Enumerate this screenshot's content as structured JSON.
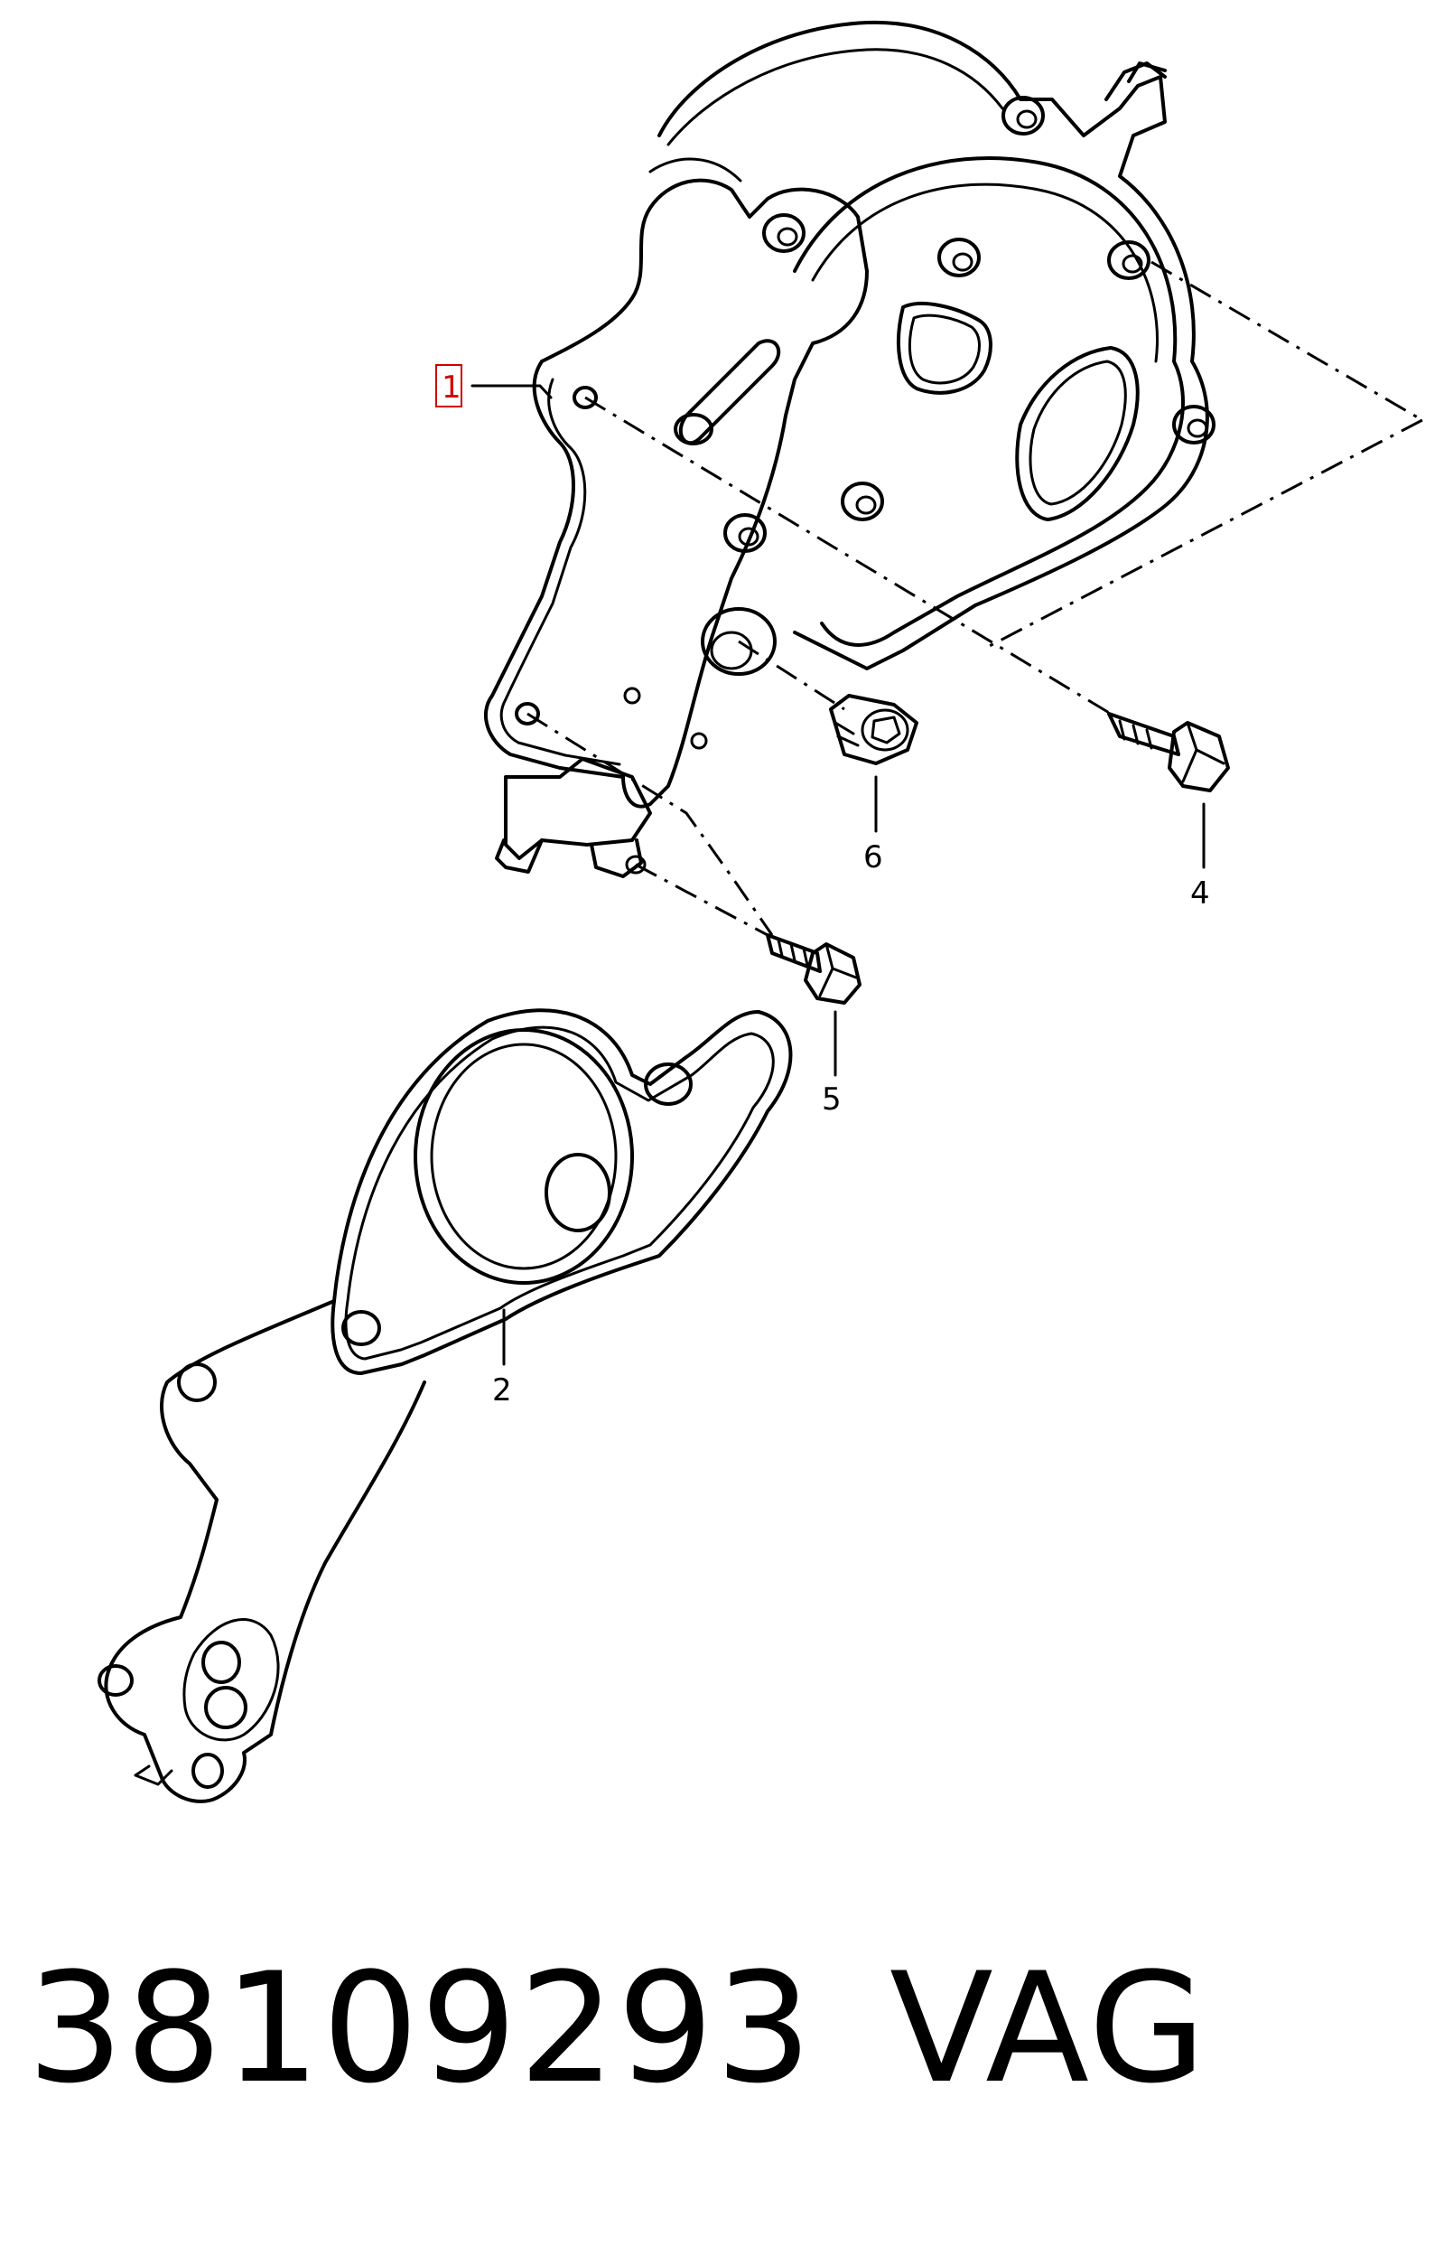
{
  "callouts": {
    "c1": "1",
    "c2": "2",
    "c4": "4",
    "c5": "5",
    "c6": "6"
  },
  "footer": {
    "part_number": "38109293",
    "brand": "VAG"
  },
  "colors": {
    "highlight_box": "#d10000",
    "line": "#000000"
  }
}
